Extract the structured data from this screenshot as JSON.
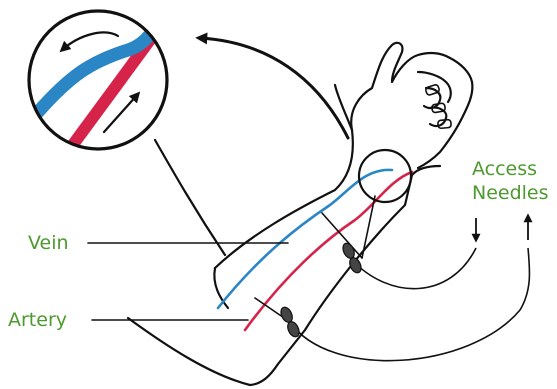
{
  "labels": {
    "access_line1": "Access",
    "access_line2": "Needles",
    "vein": "Vein",
    "artery": "Artery"
  },
  "colors": {
    "vein": "#2b86c5",
    "artery": "#d6234a",
    "label_text": "#4d9a2e",
    "outline": "#111111"
  },
  "icons": {
    "needle_up": "arrow-up-icon",
    "needle_down": "arrow-down-icon",
    "flow": "arrow-icon"
  }
}
